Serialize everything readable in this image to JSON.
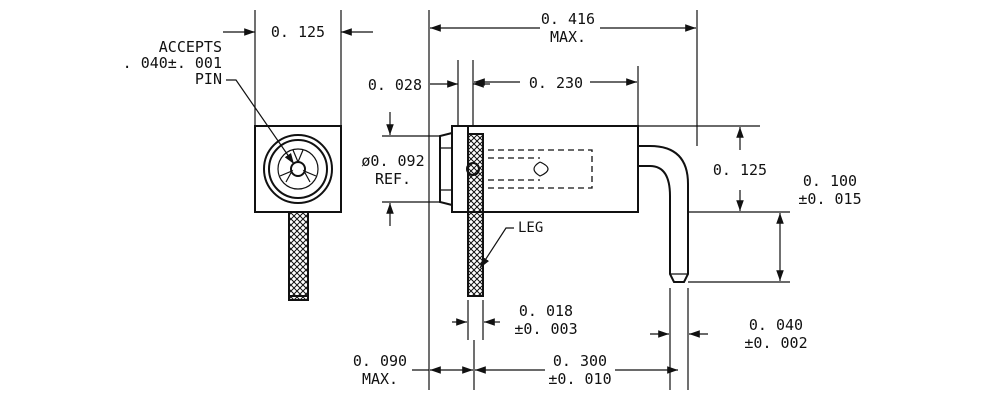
{
  "dimensions": {
    "width_top": "0. 125",
    "accepts_line1": "ACCEPTS",
    "accepts_line2": ". 040±. 001",
    "accepts_line3": "PIN",
    "overall_line1": "0. 416",
    "overall_line2": "MAX.",
    "flange": "0. 028",
    "body_len": "0. 230",
    "dia_line1": "ø0. 092",
    "dia_line2": "REF.",
    "body_height": "0. 125",
    "leg_label": "LEG",
    "lead_offset_line1": "0. 100",
    "lead_offset_line2": "±0. 015",
    "leg_thk_line1": "0. 018",
    "leg_thk_line2": "±0. 003",
    "lead_dia_line1": "0. 040",
    "lead_dia_line2": "±0. 002",
    "front_line1": "0. 090",
    "front_line2": "MAX.",
    "span_line1": "0. 300",
    "span_line2": "±0. 010"
  }
}
